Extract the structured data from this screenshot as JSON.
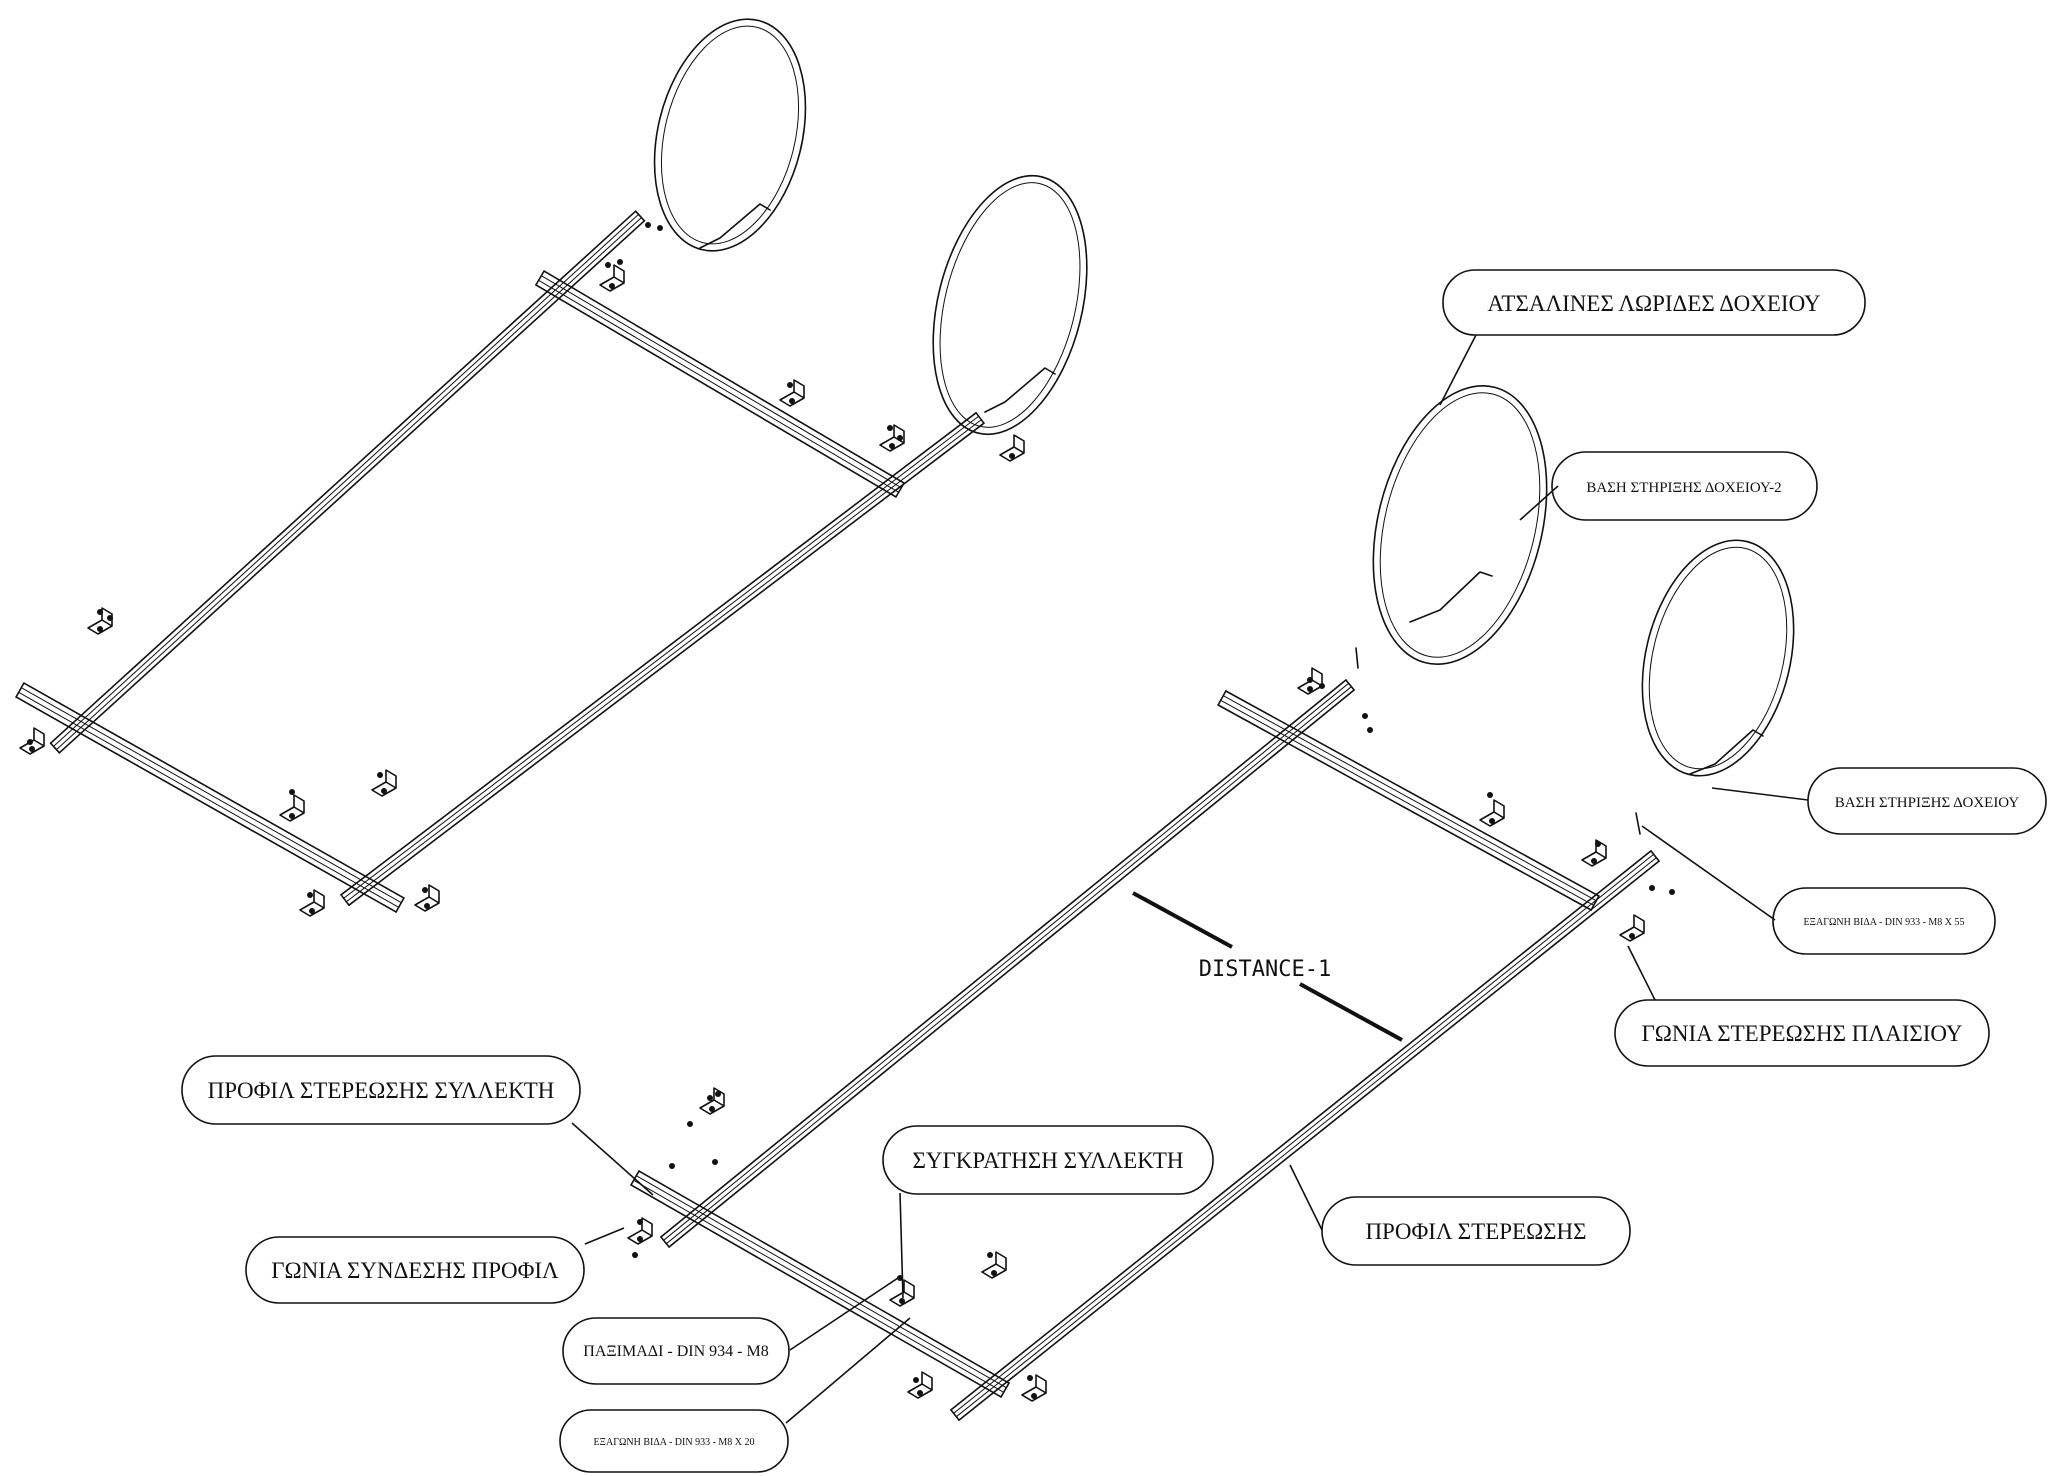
{
  "labels": {
    "steel_straps": "ΑΤΣΑΛΙΝΕΣ ΛΩΡΙΔΕΣ ΔΟΧΕΙΟΥ",
    "tank_base_2": "ΒΑΣΗ ΣΤΗΡΙΞΗΣ ΔΟΧΕΙΟΥ-2",
    "tank_base": "ΒΑΣΗ ΣΤΗΡΙΞΗΣ ΔΟΧΕΙΟΥ",
    "hex_bolt_55": "ΕΞΑΓΩΝΗ ΒΙΔΑ - DIN 933 - M8 X 55",
    "frame_angle": "ΓΩΝΙΑ ΣΤΕΡΕΩΣΗΣ ΠΛΑΙΣΙΟΥ",
    "collector_profile": "ΠΡΟΦΙΛ ΣΤΕΡΕΩΣΗΣ ΣΥΛΛΕΚΤΗ",
    "collector_clamp": "ΣΥΓΚΡΑΤΗΣΗ ΣΥΛΛΕΚΤΗ",
    "mounting_profile": "ΠΡΟΦΙΛ ΣΤΕΡΕΩΣΗΣ",
    "profile_angle": "ΓΩΝΙΑ ΣΥΝΔΕΣΗΣ ΠΡΟΦΙΛ",
    "nut": "ΠΑΞΙΜΑΔΙ - DIN 934 - M8",
    "hex_bolt_20": "ΕΞΑΓΩΝΗ ΒΙΔΑ - DIN 933 - M8 X 20"
  },
  "dimension": {
    "label": "DISTANCE-1"
  }
}
